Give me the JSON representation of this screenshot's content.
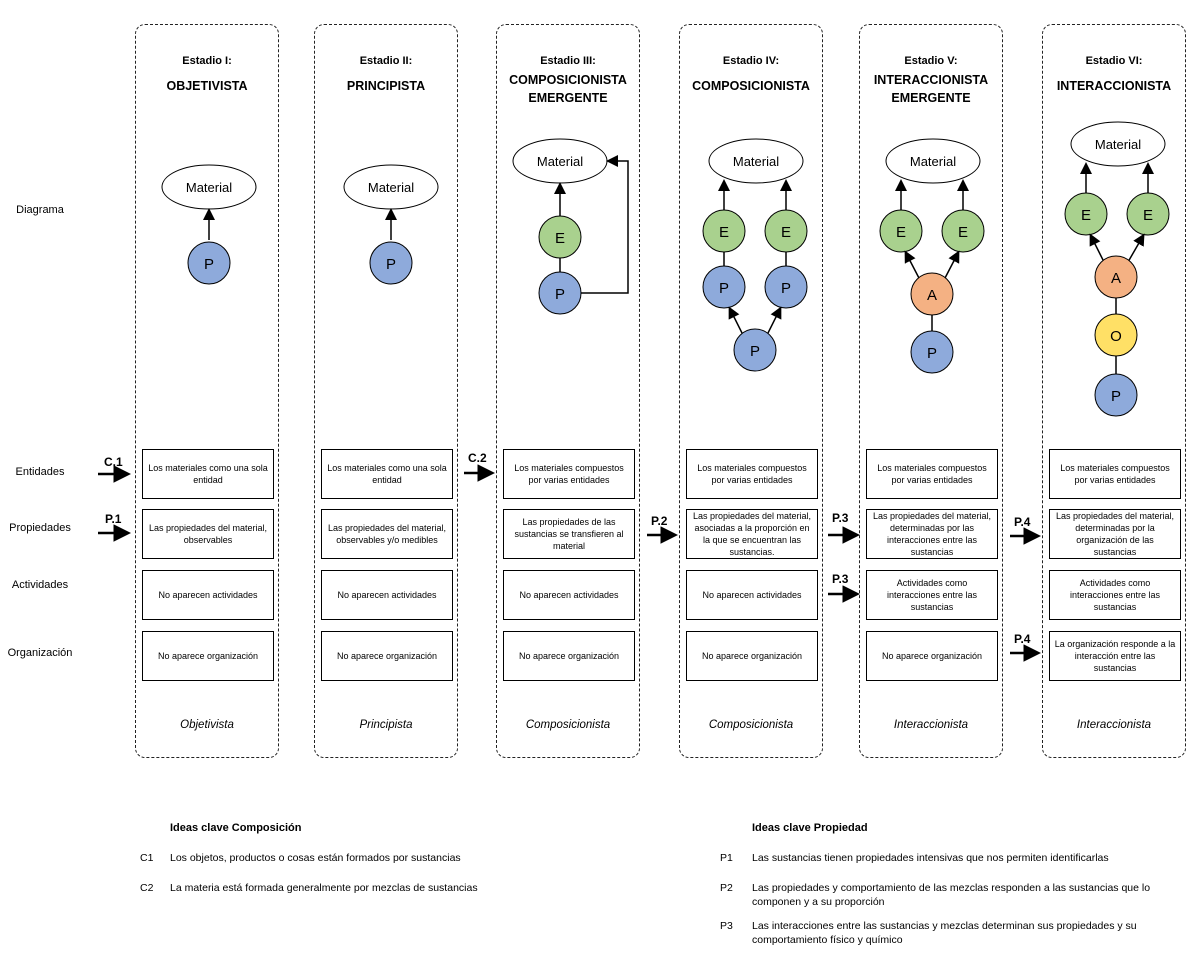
{
  "row_labels": {
    "diagram": "Diagrama",
    "entities": "Entidades",
    "properties": "Propiedades",
    "activities": "Actividades",
    "organization": "Organización"
  },
  "node_labels": {
    "material": "Material",
    "P": "P",
    "E": "E",
    "A": "A",
    "O": "O"
  },
  "colors": {
    "P": "#8eaadb",
    "E": "#a9d18e",
    "A": "#f4b183",
    "O": "#ffe066"
  },
  "stages": [
    {
      "label": "Estadio I:",
      "name": "OBJETIVISTA",
      "entities": "Los materiales como una sola entidad",
      "properties": "Las propiedades del material, observables",
      "activities": "No aparecen actividades",
      "organization": "No aparece organización",
      "footer": "Objetivista"
    },
    {
      "label": "Estadio II:",
      "name": "PRINCIPISTA",
      "entities": "Los materiales como una sola entidad",
      "properties": "Las propiedades del material, observables y/o medibles",
      "activities": "No aparecen actividades",
      "organization": "No aparece organización",
      "footer": "Principista"
    },
    {
      "label": "Estadio III:",
      "name": "COMPOSICIONISTA EMERGENTE",
      "entities": "Los materiales compuestos por varias entidades",
      "properties": "Las propiedades de las sustancias se transfieren al material",
      "activities": "No aparecen actividades",
      "organization": "No aparece organización",
      "footer": "Composicionista"
    },
    {
      "label": "Estadio IV:",
      "name": "COMPOSICIONISTA",
      "entities": "Los materiales compuestos por varias entidades",
      "properties": "Las propiedades del material, asociadas a la proporción en la que se encuentran las sustancias.",
      "activities": "No aparecen actividades",
      "organization": "No aparece organización",
      "footer": "Composicionista"
    },
    {
      "label": "Estadio V:",
      "name": "INTERACCIONISTA EMERGENTE",
      "entities": "Los materiales compuestos por varias entidades",
      "properties": "Las propiedades del material, determinadas por las interacciones entre las sustancias",
      "activities": "Actividades como interacciones entre las sustancias",
      "organization": "No aparece organización",
      "footer": "Interaccionista"
    },
    {
      "label": "Estadio VI:",
      "name": "INTERACCIONISTA",
      "entities": "Los materiales compuestos por varias entidades",
      "properties": "Las propiedades del material, determinadas por la organización de las sustancias",
      "activities": "Actividades como interacciones entre las sustancias",
      "organization": "La organización responde a la interacción entre las sustancias",
      "footer": "Interaccionista"
    }
  ],
  "arrows": {
    "c1": "C.1",
    "p1": "P.1",
    "c2": "C.2",
    "p2": "P.2",
    "p3a": "P.3",
    "p3b": "P.3",
    "p4a": "P.4",
    "p4b": "P.4"
  },
  "key_composition": {
    "title": "Ideas clave Composición",
    "items": [
      {
        "code": "C1",
        "text": "Los objetos, productos o cosas están formados por sustancias"
      },
      {
        "code": "C2",
        "text": "La materia está formada generalmente por mezclas de sustancias"
      }
    ]
  },
  "key_property": {
    "title": "Ideas clave Propiedad",
    "items": [
      {
        "code": "P1",
        "text": "Las sustancias tienen propiedades intensivas que nos permiten identificarlas"
      },
      {
        "code": "P2",
        "text": "Las propiedades y comportamiento de las mezclas responden a las sustancias que lo componen y a su proporción"
      },
      {
        "code": "P3",
        "text": "Las interacciones entre las sustancias y mezclas determinan sus propiedades y su comportamiento físico y químico"
      }
    ]
  }
}
